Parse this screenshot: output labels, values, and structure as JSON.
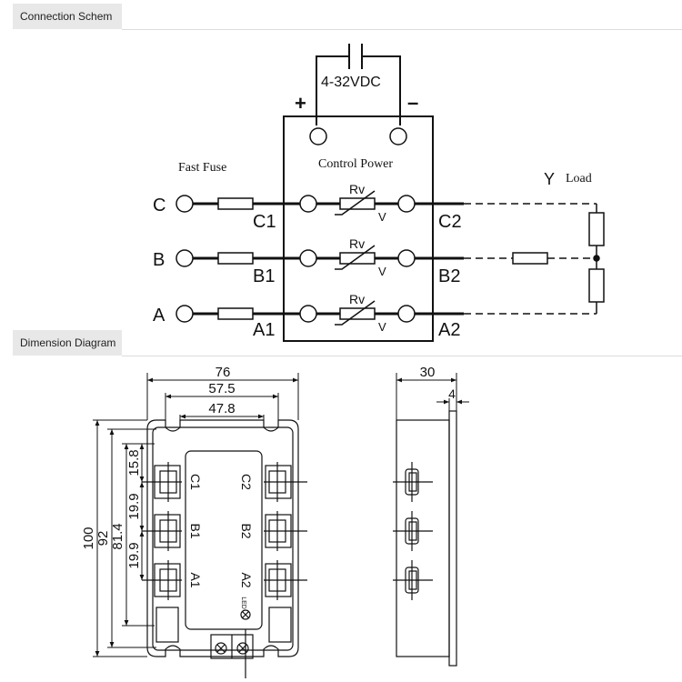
{
  "sections": {
    "connection_title": "Connection Schem",
    "dimension_title": "Dimension Diagram"
  },
  "schematic": {
    "supply_label": "4-32VDC",
    "plus_sign": "+",
    "minus_sign": "–",
    "control_power": "Control Power",
    "fast_fuse": "Fast Fuse",
    "load_label": "Load",
    "y_label": "Y",
    "phases": [
      {
        "input": "C",
        "in_terminal": "C1",
        "out_terminal": "C2"
      },
      {
        "input": "B",
        "in_terminal": "B1",
        "out_terminal": "B2"
      },
      {
        "input": "A",
        "in_terminal": "A1",
        "out_terminal": "A2"
      }
    ],
    "varistor_rv": "Rv",
    "varistor_v": "V"
  },
  "dimensions": {
    "width_total": "76",
    "width_mount": "57.5",
    "width_inner": "47.8",
    "height_total": "100",
    "height_mount": "92",
    "height_terminals": "81.4",
    "pitch_top": "15.8",
    "pitch_mid": "19.9",
    "pitch_bottom": "19.9",
    "depth_total": "30",
    "depth_base": "4",
    "led_label": "LED",
    "terminal_labels_left": [
      "C1",
      "B1",
      "A1"
    ],
    "terminal_labels_right": [
      "C2",
      "B2",
      "A2"
    ]
  },
  "colors": {
    "line": "#111111",
    "header_bg": "#e8e8e8"
  }
}
